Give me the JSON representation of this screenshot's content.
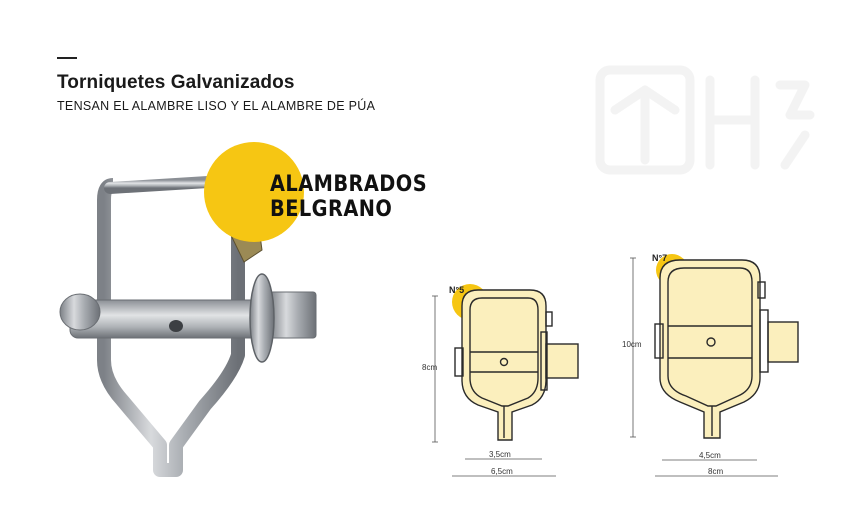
{
  "header": {
    "title": "Torniquetes Galvanizados",
    "subtitle": "TENSAN EL ALAMBRE LISO Y EL ALAMBRE DE PÚA"
  },
  "brand": {
    "line1": "ALAMBRADOS",
    "line2": "BELGRANO",
    "accent_color": "#f6c613"
  },
  "models": [
    {
      "number": "N°5",
      "height": "8cm",
      "inner_width": "3,5cm",
      "outer_width": "6,5cm"
    },
    {
      "number": "N°7",
      "height": "10cm",
      "inner_width": "4,5cm",
      "outer_width": "8cm"
    }
  ],
  "colors": {
    "diagram_fill": "#fbefbd",
    "accent": "#f6c613",
    "outline": "#2a2a2a"
  }
}
